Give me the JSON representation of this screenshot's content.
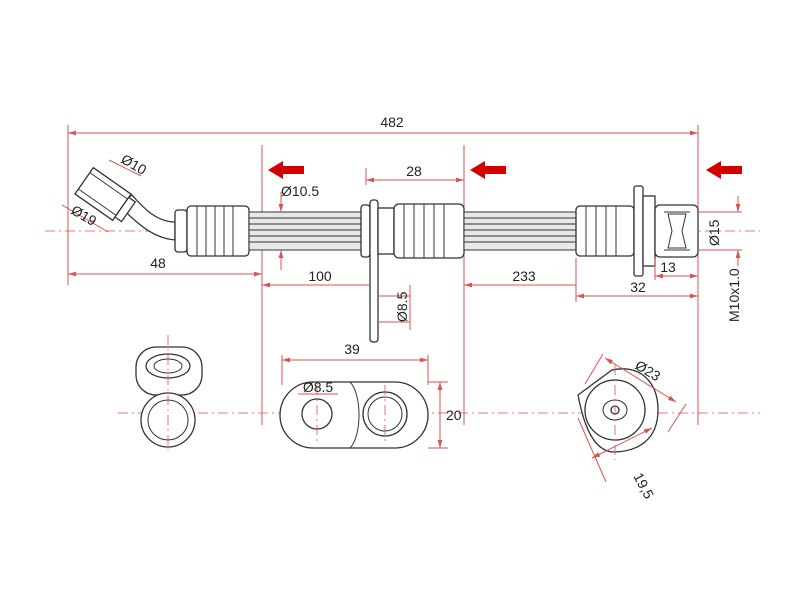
{
  "dimensions": {
    "overall_length": "482",
    "elbow_outer": "Ø10",
    "elbow_base": "Ø19",
    "elbow_length": "48",
    "hose_diameter": "Ø10.5",
    "bracket_fitting": "28",
    "seg_100": "100",
    "seg_233": "233",
    "bracket_hole": "Ø8.5",
    "fitting_hex": "Ø15",
    "thread": "M10x1.0",
    "nut_13": "13",
    "nut_32": "32",
    "plate_width": "39",
    "plate_hole": "Ø8.5",
    "plate_height": "20",
    "banjo_outer": "Ø23",
    "banjo_width": "19,5"
  },
  "colors": {
    "dimension_line": "#d9534f",
    "arrow": "#d40000",
    "outline": "#333333"
  }
}
